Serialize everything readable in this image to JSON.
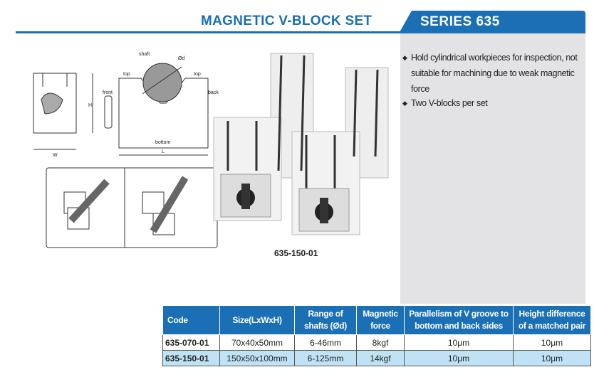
{
  "header": {
    "title": "MAGNETIC V-BLOCK SET",
    "series": "SERIES 635",
    "accent": "#1a6fb5"
  },
  "features": [
    "Hold cylindrical workpieces for inspection, not suitable for machining due to weak magnetic force",
    "Two V-blocks per set"
  ],
  "diagram": {
    "labels": {
      "shaft": "shaft",
      "d": "Ød",
      "top_left": "top",
      "top_right": "top",
      "front": "front",
      "back": "back",
      "bottom": "bottom",
      "L": "L",
      "W": "W",
      "H": "H"
    }
  },
  "photo": {
    "caption": "635-150-01"
  },
  "table": {
    "headers": [
      "Code",
      "Size(LxWxH)",
      "Range of shafts (Ød)",
      "Magnetic force",
      "Parallelism of V groove to bottom and back sides",
      "Height difference of a matched pair"
    ],
    "rows": [
      [
        "635-070-01",
        "70x40x50mm",
        "6-46mm",
        "8kgf",
        "10μm",
        "10μm"
      ],
      [
        "635-150-01",
        "150x50x100mm",
        "6-125mm",
        "14kgf",
        "10μm",
        "10μm"
      ]
    ]
  }
}
